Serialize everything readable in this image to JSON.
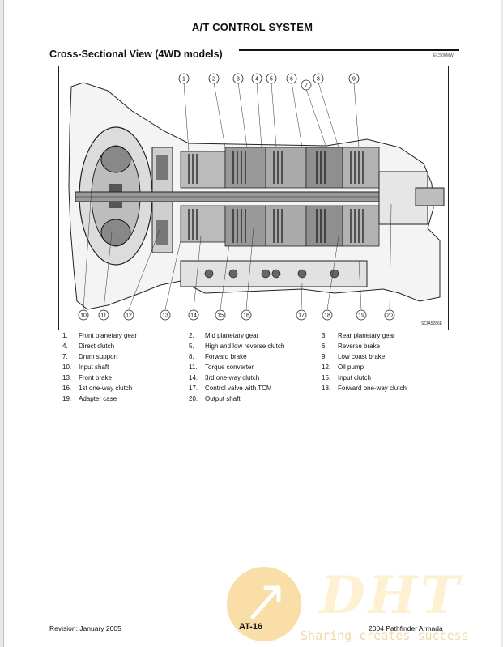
{
  "header": {
    "title": "A/T CONTROL SYSTEM"
  },
  "section": {
    "title": "Cross-Sectional View (4WD models)",
    "code": "ECS00MW"
  },
  "figure": {
    "code": "SCIA5286E",
    "callouts": [
      "1",
      "2",
      "3",
      "4",
      "5",
      "6",
      "7",
      "8",
      "9",
      "10",
      "11",
      "12",
      "13",
      "14",
      "15",
      "16",
      "17",
      "18",
      "19",
      "20"
    ]
  },
  "legend": [
    {
      "num": "1.",
      "label": "Front planetary gear"
    },
    {
      "num": "2.",
      "label": "Mid planetary gear"
    },
    {
      "num": "3.",
      "label": "Rear planetary gear"
    },
    {
      "num": "4.",
      "label": "Direct clutch"
    },
    {
      "num": "5.",
      "label": "High and low reverse clutch"
    },
    {
      "num": "6.",
      "label": "Reverse brake"
    },
    {
      "num": "7.",
      "label": "Drum support"
    },
    {
      "num": "8.",
      "label": "Forward brake"
    },
    {
      "num": "9.",
      "label": "Low coast brake"
    },
    {
      "num": "10.",
      "label": "Input shaft"
    },
    {
      "num": "11.",
      "label": "Torque converter"
    },
    {
      "num": "12.",
      "label": "Oil pump"
    },
    {
      "num": "13.",
      "label": "Front brake"
    },
    {
      "num": "14.",
      "label": "3rd one-way clutch"
    },
    {
      "num": "15.",
      "label": "Input clutch"
    },
    {
      "num": "16.",
      "label": "1st one-way clutch"
    },
    {
      "num": "17.",
      "label": "Control valve with TCM"
    },
    {
      "num": "18.",
      "label": "Forward one-way clutch"
    },
    {
      "num": "19.",
      "label": "Adapter case"
    },
    {
      "num": "20.",
      "label": "Output shaft"
    }
  ],
  "footer": {
    "revision": "Revision: January 2005",
    "page": "AT-16",
    "model": "2004 Pathfinder Armada"
  },
  "watermark": {
    "logo": "DHT",
    "tagline": "Sharing creates success"
  }
}
